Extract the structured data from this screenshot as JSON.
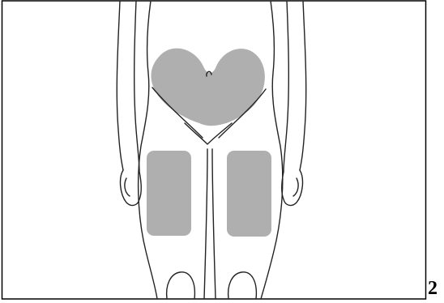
{
  "figure": {
    "number": "2",
    "colors": {
      "outline": "#222222",
      "injection_zone": "#a6a6a6",
      "frame": "#000000",
      "background": "#ffffff"
    },
    "injection_sites": [
      "abdomen",
      "left-thigh",
      "right-thigh"
    ]
  }
}
